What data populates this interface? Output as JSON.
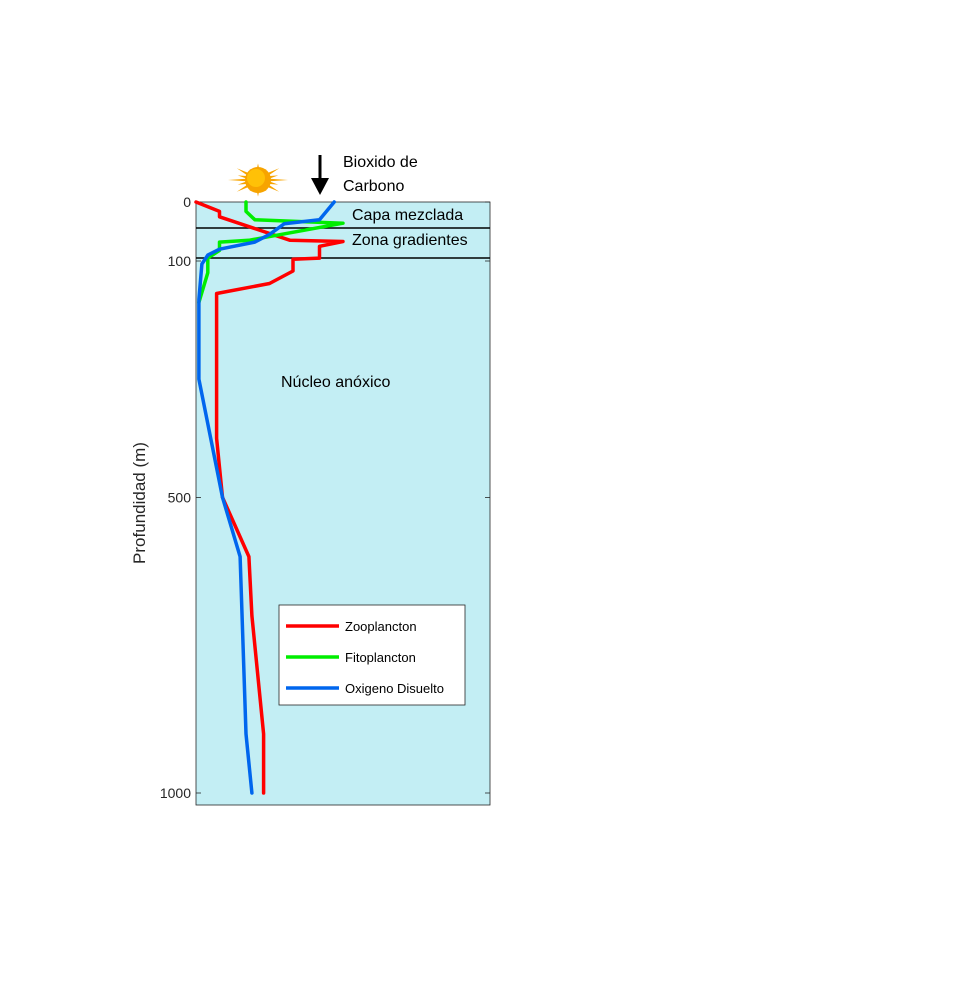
{
  "chart_data": {
    "type": "line",
    "ylabel": "Profundidad (m)",
    "xlabel": "",
    "ylim": [
      0,
      1000
    ],
    "y_reversed": true,
    "y_ticks": [
      0,
      100,
      500,
      1000
    ],
    "y_tick_labels": [
      "0",
      "100",
      "500",
      "1000"
    ],
    "x_ticks_shown": false,
    "background_color": "#c3eef4",
    "zone_boundaries_depth": [
      45,
      95
    ],
    "annotations": {
      "co2": "Bioxido de\nCarbono",
      "mixed_layer": "Capa mezclada",
      "gradient_zone": "Zona gradientes",
      "anoxic_core": "Núcleo anóxico"
    },
    "icons": [
      "sun-icon",
      "down-arrow-icon"
    ],
    "legend_position": "lower-right",
    "series": [
      {
        "name": "Zooplancton",
        "color": "#ff0000",
        "points": [
          [
            0,
            0
          ],
          [
            0.08,
            16
          ],
          [
            0.08,
            25
          ],
          [
            0.32,
            65
          ],
          [
            0.5,
            67
          ],
          [
            0.42,
            75
          ],
          [
            0.42,
            95
          ],
          [
            0.33,
            97
          ],
          [
            0.33,
            117
          ],
          [
            0.25,
            138
          ],
          [
            0.07,
            155
          ],
          [
            0.07,
            400
          ],
          [
            0.09,
            500
          ],
          [
            0.18,
            600
          ],
          [
            0.19,
            700
          ],
          [
            0.23,
            900
          ],
          [
            0.23,
            1000
          ]
        ]
      },
      {
        "name": "Fitoplancton",
        "color": "#00ee00",
        "points": [
          [
            0.17,
            0
          ],
          [
            0.17,
            16
          ],
          [
            0.2,
            30
          ],
          [
            0.5,
            36
          ],
          [
            0.18,
            65
          ],
          [
            0.08,
            68
          ],
          [
            0.08,
            82
          ],
          [
            0.04,
            95
          ],
          [
            0.04,
            120
          ],
          [
            0.01,
            170
          ]
        ]
      },
      {
        "name": "Oxigeno Disuelto",
        "color": "#0066ee",
        "points": [
          [
            0.47,
            0
          ],
          [
            0.45,
            12
          ],
          [
            0.42,
            30
          ],
          [
            0.3,
            37
          ],
          [
            0.25,
            55
          ],
          [
            0.2,
            68
          ],
          [
            0.08,
            80
          ],
          [
            0.04,
            90
          ],
          [
            0.02,
            105
          ],
          [
            0.01,
            165
          ],
          [
            0.01,
            300
          ],
          [
            0.09,
            500
          ],
          [
            0.15,
            600
          ],
          [
            0.17,
            900
          ],
          [
            0.19,
            1000
          ]
        ]
      }
    ]
  }
}
